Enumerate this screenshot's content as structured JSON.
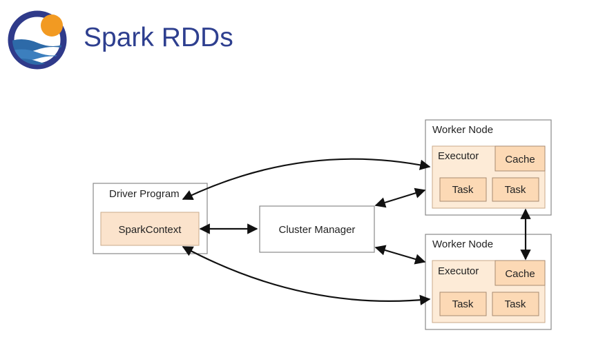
{
  "slide": {
    "title": "Spark RDDs"
  },
  "logo": {
    "icon": "globe-wave-logo",
    "colors": {
      "ring": "#2f3a8a",
      "sun": "#f29a22",
      "waves": "#2d6aa8"
    }
  },
  "diagram": {
    "driver": {
      "label": "Driver Program",
      "context_label": "SparkContext"
    },
    "cluster_manager": {
      "label": "Cluster Manager"
    },
    "workers": [
      {
        "label": "Worker Node",
        "executor_label": "Executor",
        "cache_label": "Cache",
        "tasks": [
          "Task",
          "Task"
        ]
      },
      {
        "label": "Worker Node",
        "executor_label": "Executor",
        "cache_label": "Cache",
        "tasks": [
          "Task",
          "Task"
        ]
      }
    ],
    "colors": {
      "box_border": "#888888",
      "executor_fill": "#fdebd7",
      "task_fill": "#fcd9b5",
      "context_fill": "#fbe3cc",
      "arrow": "#111111"
    }
  }
}
